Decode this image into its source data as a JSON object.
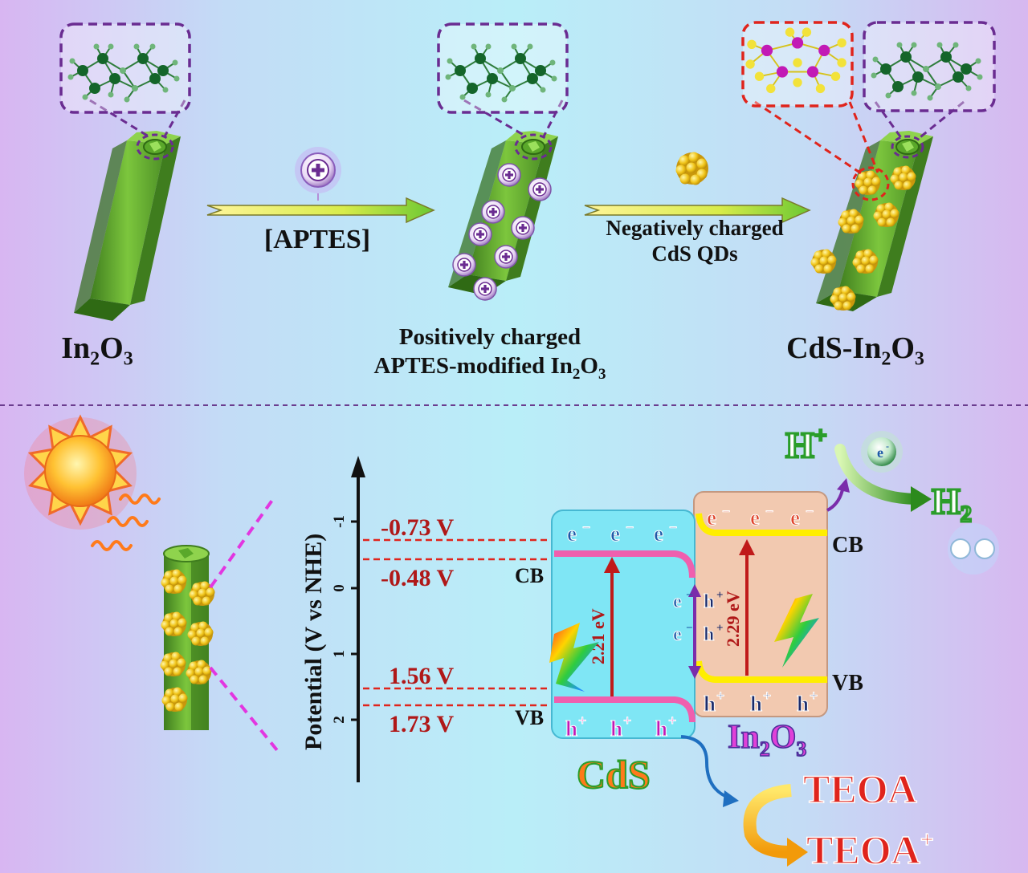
{
  "top": {
    "label_in2o3": {
      "base": "In",
      "sub1": "2",
      "mid": "O",
      "sub2": "3"
    },
    "arrow1_label": "[APTES]",
    "arrow2_label_line1": "Negatively charged",
    "arrow2_label_line2": "CdS QDs",
    "mid_label_line1": "Positively charged",
    "mid_label_line2": {
      "base": "APTES-modified In",
      "sub1": "2",
      "mid": "O",
      "sub2": "3"
    },
    "label_cds_in2o3": {
      "base": "CdS-In",
      "sub1": "2",
      "mid": "O",
      "sub2": "3"
    }
  },
  "band": {
    "axis_label": "Potential (V vs NHE)",
    "ticks": [
      "-1",
      "0",
      "1",
      "2"
    ],
    "potentials": [
      "-0.73 V",
      "-0.48 V",
      "1.56 V",
      "1.73 V"
    ],
    "cds_cb_label": "CB",
    "cds_vb_label": "VB",
    "in2o3_cb_label": "CB",
    "in2o3_vb_label": "VB",
    "cds_gap": "2.21 eV",
    "in2o3_gap": "2.29 eV",
    "electron": "e",
    "electron_sup": "−",
    "hole": "h",
    "hole_sup": "+",
    "cds_name": "CdS",
    "in2o3_name": {
      "base": "In",
      "sub1": "2",
      "mid": "O",
      "sub2": "3"
    },
    "h_plus": {
      "base": "H",
      "sup": "+"
    },
    "h2": {
      "base": "H",
      "sub": "2"
    },
    "e_bubble": "e",
    "e_bubble_sup": "-",
    "teoa": "TEOA",
    "teoa_plus": {
      "base": "TEOA",
      "sup": "+"
    }
  },
  "colors": {
    "potential_red": "#b01818",
    "crystal_green": "#1d7a2e",
    "rod_green": "#6fbf3a",
    "qd_yellow": "#f0c419",
    "purple_box": "#6a2c91",
    "red_box": "#e0241c",
    "cds_box": "#7fe6f5",
    "in2o3_box": "#f2c9b0"
  }
}
